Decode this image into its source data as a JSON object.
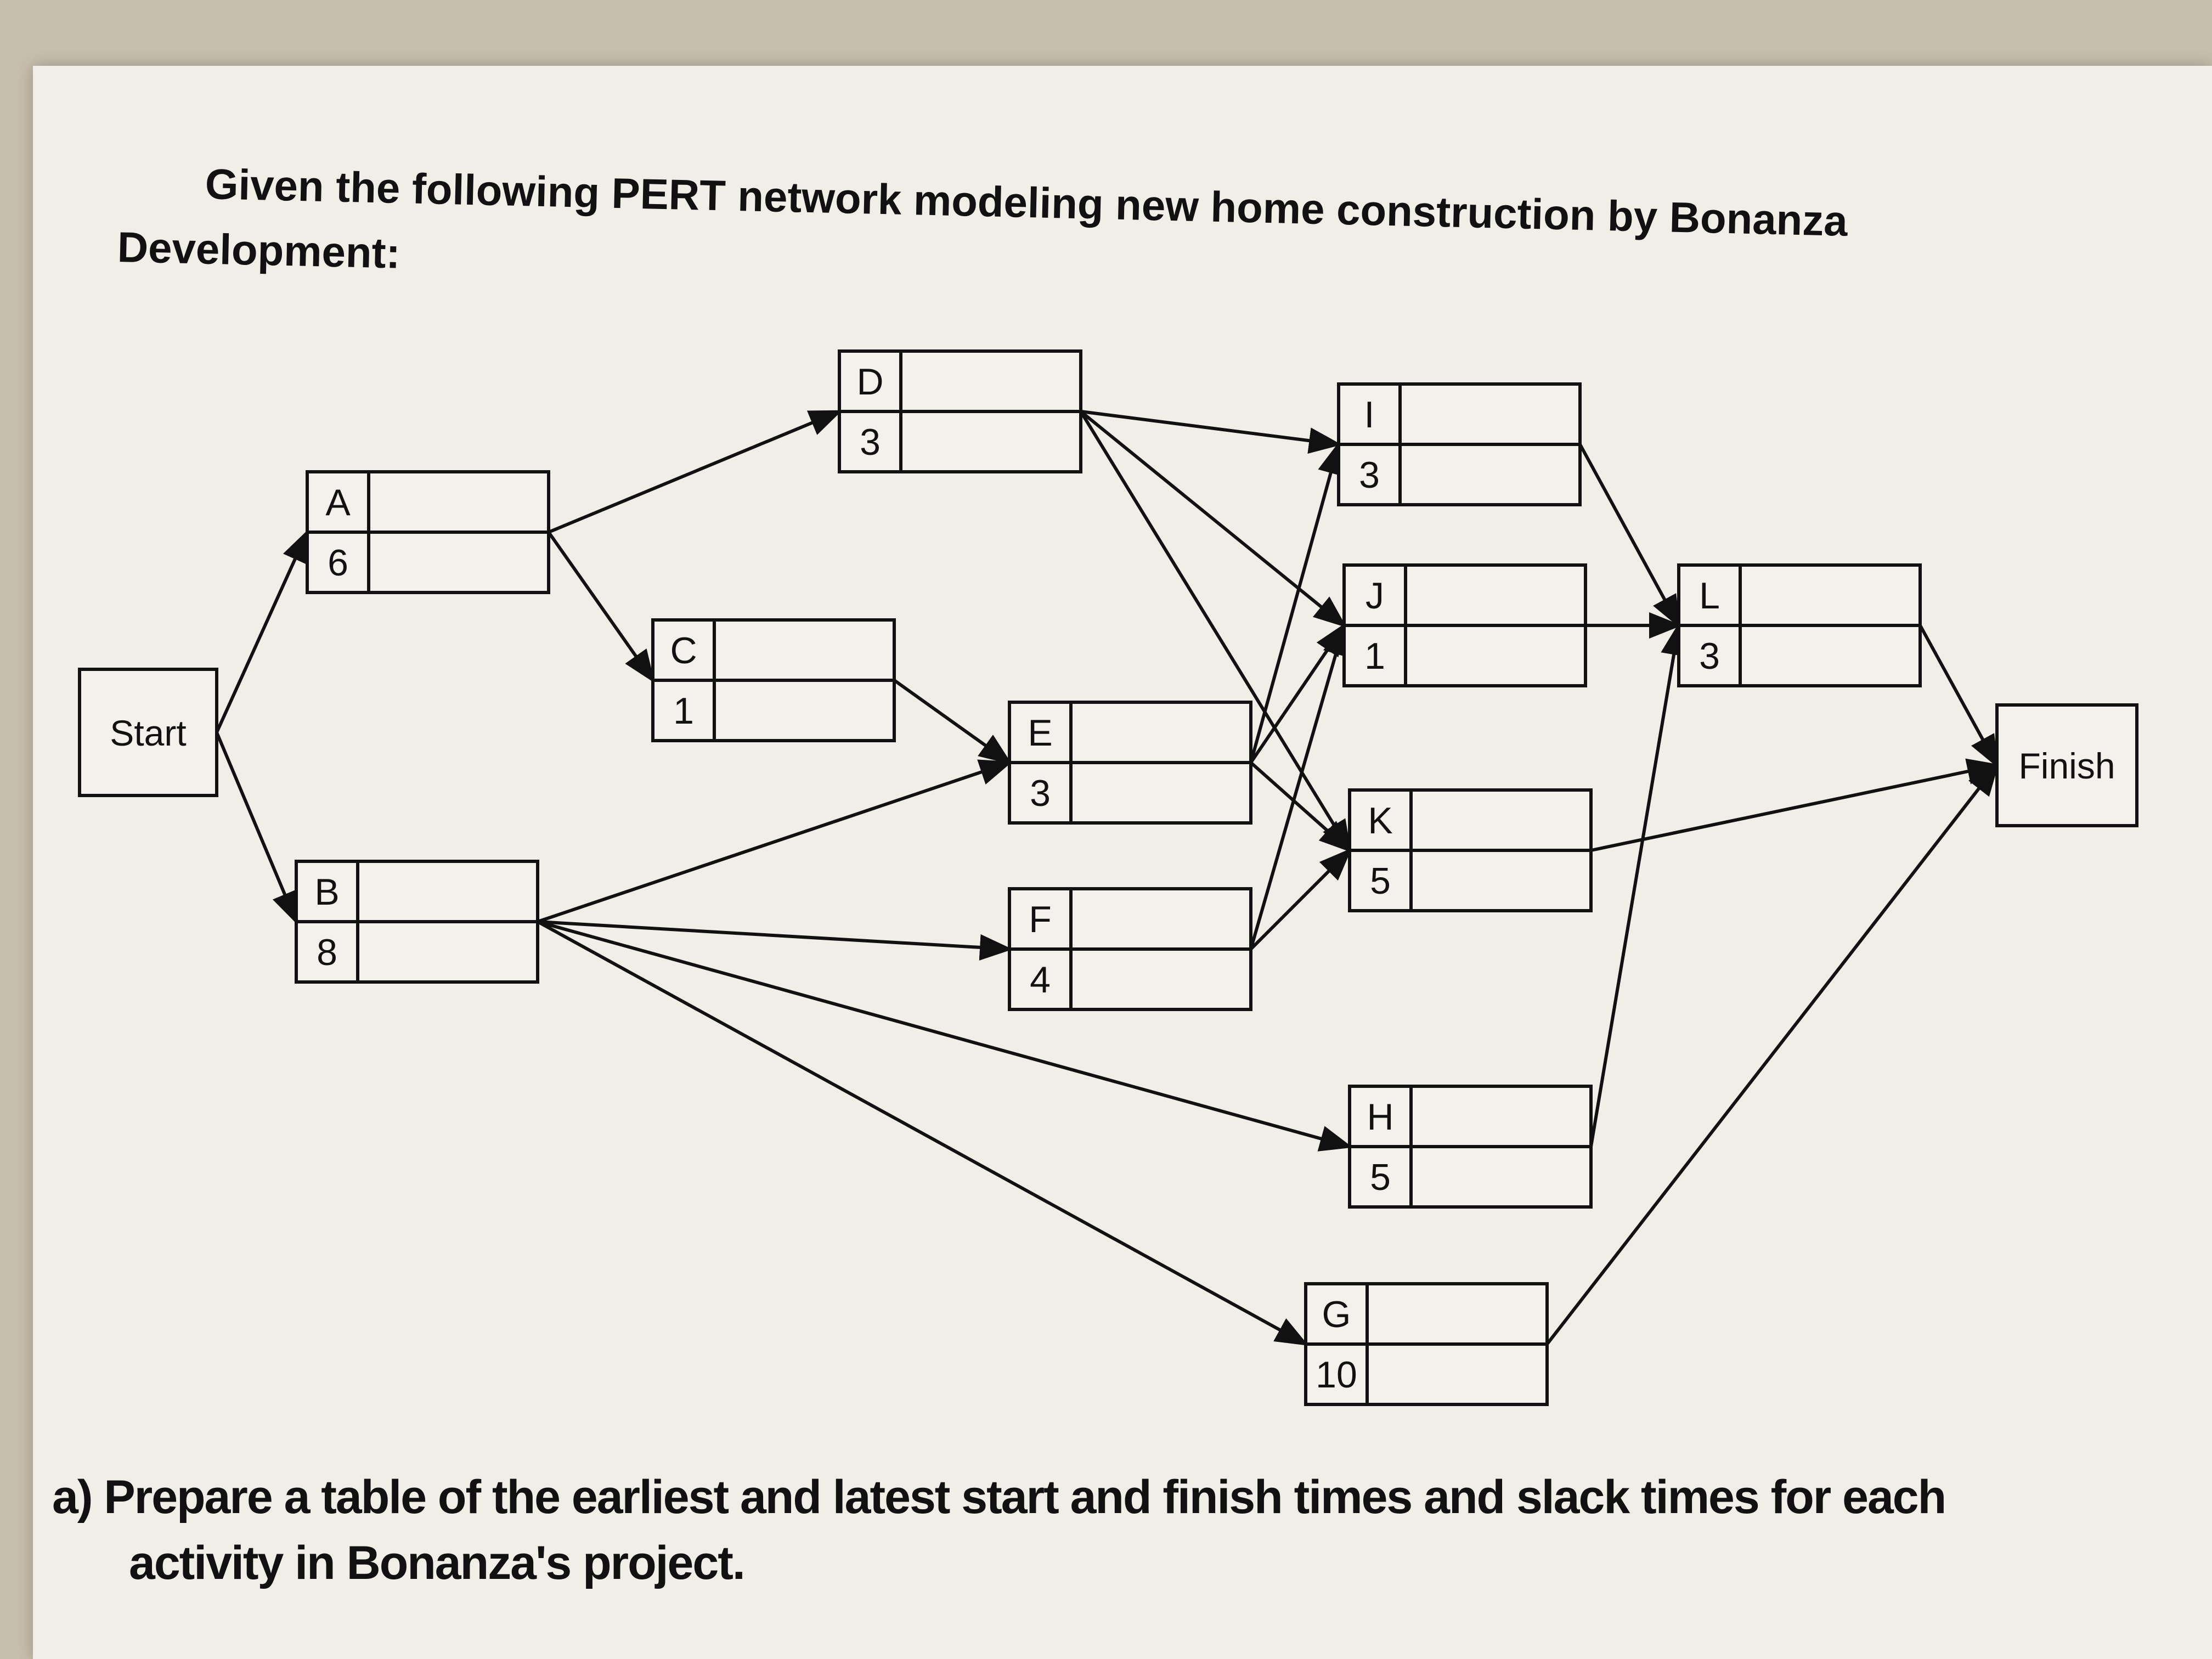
{
  "header": {
    "line1": "Given the following PERT network modeling new home construction by Bonanza",
    "line2": "Development:"
  },
  "question": {
    "line1": "a) Prepare a table of the earliest and latest start and finish times and slack times for each",
    "line2": "activity in Bonanza's project."
  },
  "network": {
    "start_label": "Start",
    "finish_label": "Finish",
    "activities": [
      {
        "id": "A",
        "duration": "6"
      },
      {
        "id": "B",
        "duration": "8"
      },
      {
        "id": "C",
        "duration": "1"
      },
      {
        "id": "D",
        "duration": "3"
      },
      {
        "id": "E",
        "duration": "3"
      },
      {
        "id": "F",
        "duration": "4"
      },
      {
        "id": "G",
        "duration": "10"
      },
      {
        "id": "H",
        "duration": "5"
      },
      {
        "id": "I",
        "duration": "3"
      },
      {
        "id": "J",
        "duration": "1"
      },
      {
        "id": "K",
        "duration": "5"
      },
      {
        "id": "L",
        "duration": "3"
      }
    ],
    "edges": [
      [
        "Start",
        "A"
      ],
      [
        "Start",
        "B"
      ],
      [
        "A",
        "D"
      ],
      [
        "A",
        "C"
      ],
      [
        "B",
        "E"
      ],
      [
        "B",
        "F"
      ],
      [
        "B",
        "H"
      ],
      [
        "B",
        "G"
      ],
      [
        "C",
        "E"
      ],
      [
        "D",
        "I"
      ],
      [
        "D",
        "J"
      ],
      [
        "D",
        "K"
      ],
      [
        "E",
        "I"
      ],
      [
        "E",
        "J"
      ],
      [
        "E",
        "K"
      ],
      [
        "F",
        "J"
      ],
      [
        "F",
        "K"
      ],
      [
        "I",
        "L"
      ],
      [
        "J",
        "L"
      ],
      [
        "H",
        "L"
      ],
      [
        "L",
        "Finish"
      ],
      [
        "K",
        "Finish"
      ],
      [
        "G",
        "Finish"
      ]
    ]
  }
}
